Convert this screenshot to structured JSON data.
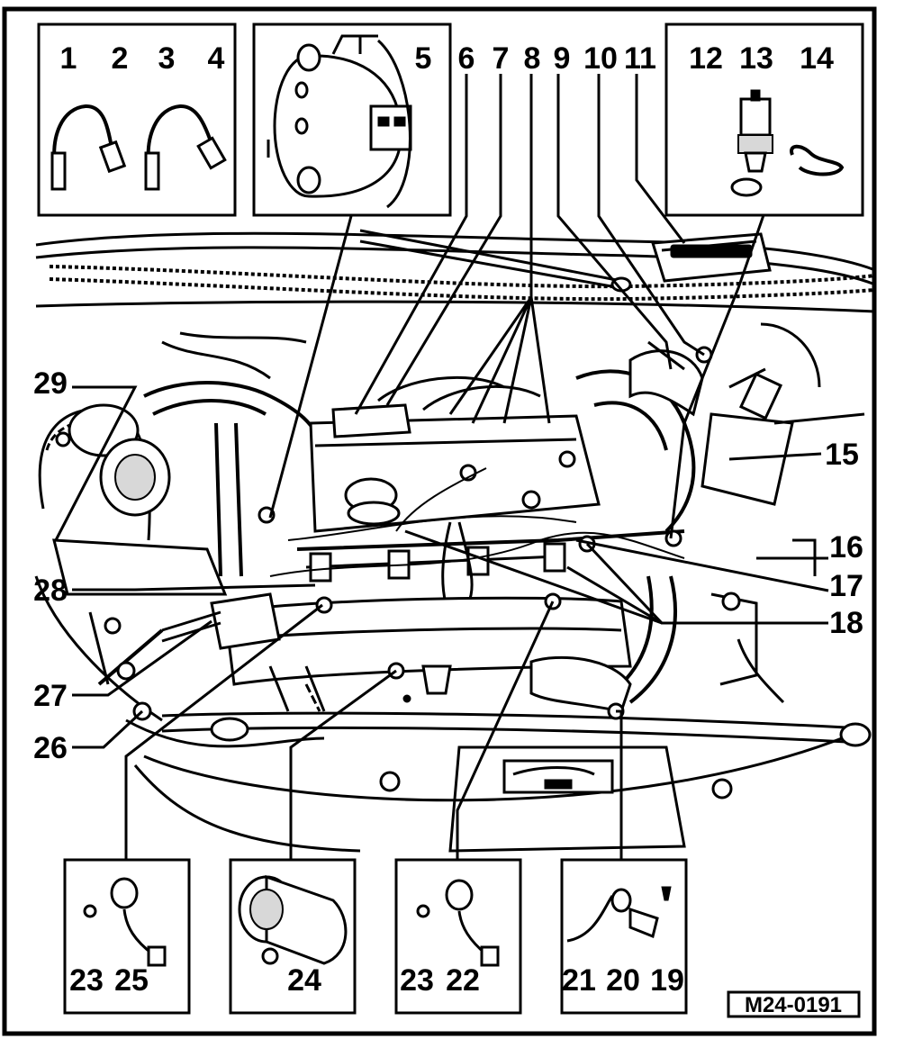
{
  "diagram": {
    "figure_code": "M24-0191",
    "callouts": {
      "c1": "1",
      "c2": "2",
      "c3": "3",
      "c4": "4",
      "c5": "5",
      "c6": "6",
      "c7": "7",
      "c8": "8",
      "c9": "9",
      "c10": "10",
      "c11": "11",
      "c12": "12",
      "c13": "13",
      "c14": "14",
      "c15": "15",
      "c16": "16",
      "c17": "17",
      "c18": "18",
      "c19": "19",
      "c20": "20",
      "c21": "21",
      "c22": "22",
      "c23a": "23",
      "c23b": "23",
      "c24": "24",
      "c25": "25",
      "c26": "26",
      "c27": "27",
      "c28": "28",
      "c29": "29"
    }
  }
}
